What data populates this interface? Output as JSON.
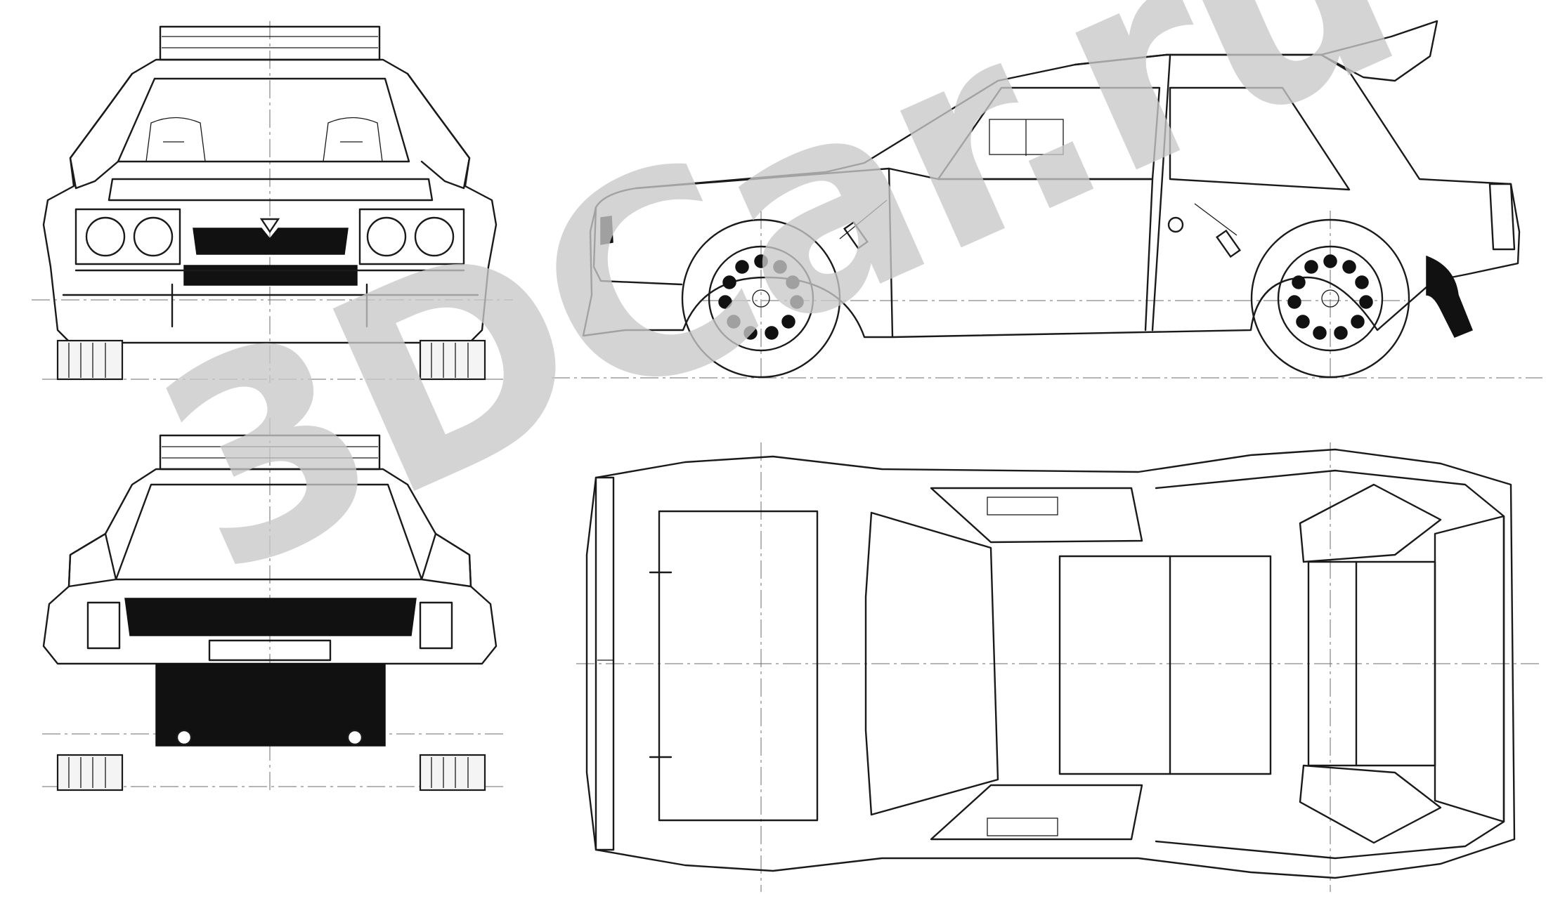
{
  "watermark": {
    "text": "3DCar.ru",
    "color": "#c9c9c9"
  },
  "views": [
    {
      "id": "front-view"
    },
    {
      "id": "side-view"
    },
    {
      "id": "rear-view"
    },
    {
      "id": "top-view"
    }
  ],
  "colors": {
    "line": "#1a1a1a",
    "fill": "#111111",
    "centerline": "#6b6b6b",
    "background": "#ffffff"
  }
}
